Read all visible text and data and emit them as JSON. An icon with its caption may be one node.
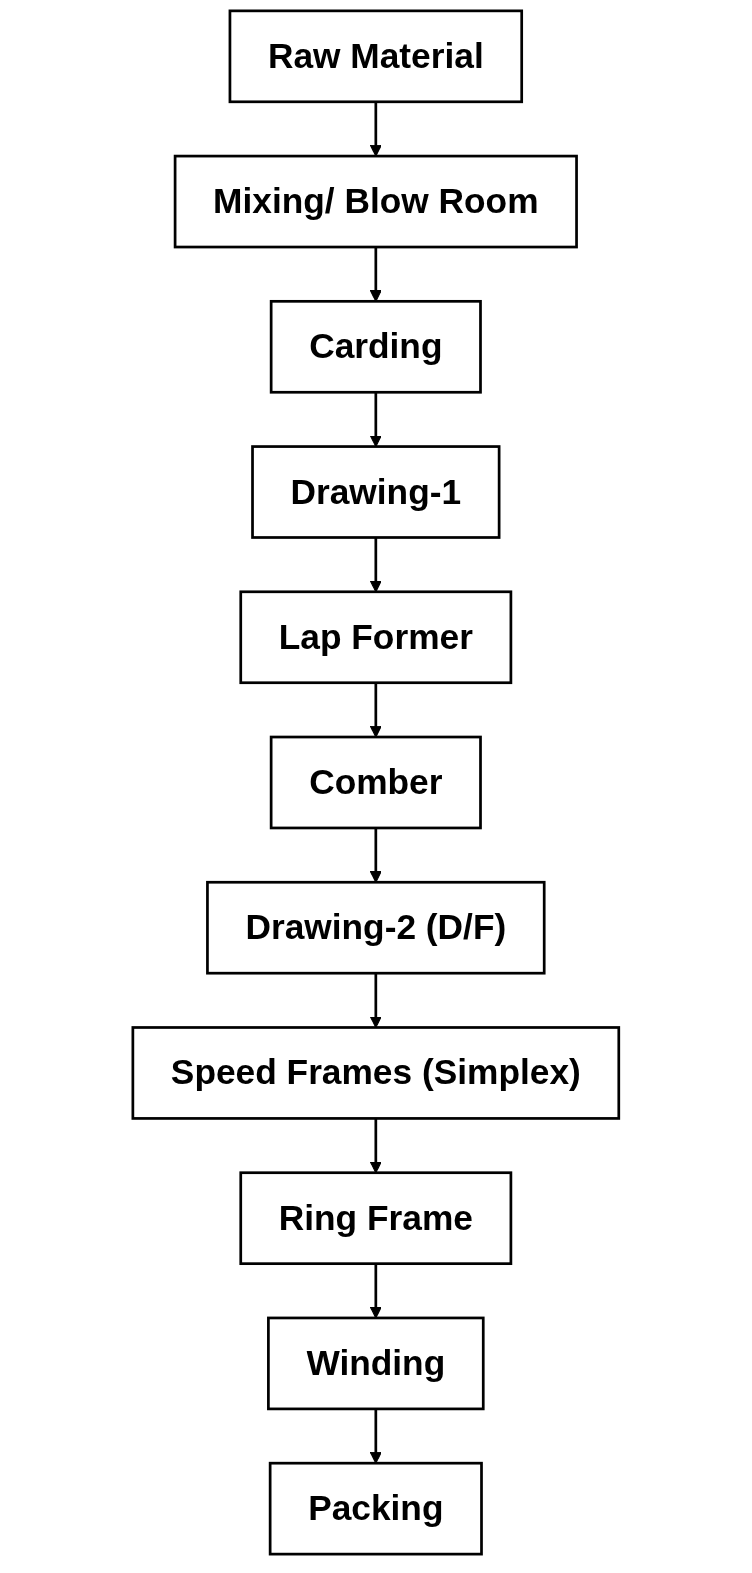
{
  "diagram": {
    "nodes": [
      {
        "text": [
          "Raw Material"
        ]
      },
      {
        "text": [
          "Mixing/ Blow Room"
        ]
      },
      {
        "text": [
          "Carding"
        ]
      },
      {
        "text": [
          "Drawing-1"
        ]
      },
      {
        "text": [
          "Lap Former"
        ]
      },
      {
        "text": [
          "Comber"
        ]
      },
      {
        "text": [
          "Drawing-2 (D/F)"
        ]
      },
      {
        "text": [
          "Speed Frames (Simplex)"
        ]
      },
      {
        "text": [
          "Ring Frame"
        ]
      },
      {
        "text": [
          "Winding"
        ]
      },
      {
        "text": [
          "Packing"
        ]
      }
    ],
    "edges": [
      {
        "from": 0,
        "to": 1,
        "arrow": "to"
      },
      {
        "from": 1,
        "to": 2,
        "arrow": "to"
      },
      {
        "from": 2,
        "to": 3,
        "arrow": "to"
      },
      {
        "from": 3,
        "to": 4,
        "arrow": "to"
      },
      {
        "from": 4,
        "to": 5,
        "arrow": "to"
      },
      {
        "from": 5,
        "to": 6,
        "arrow": "to"
      },
      {
        "from": 6,
        "to": 7,
        "arrow": "to"
      },
      {
        "from": 7,
        "to": 8,
        "arrow": "to"
      },
      {
        "from": 8,
        "to": 9,
        "arrow": "to"
      },
      {
        "from": 9,
        "to": 10,
        "arrow": "to"
      }
    ]
  }
}
